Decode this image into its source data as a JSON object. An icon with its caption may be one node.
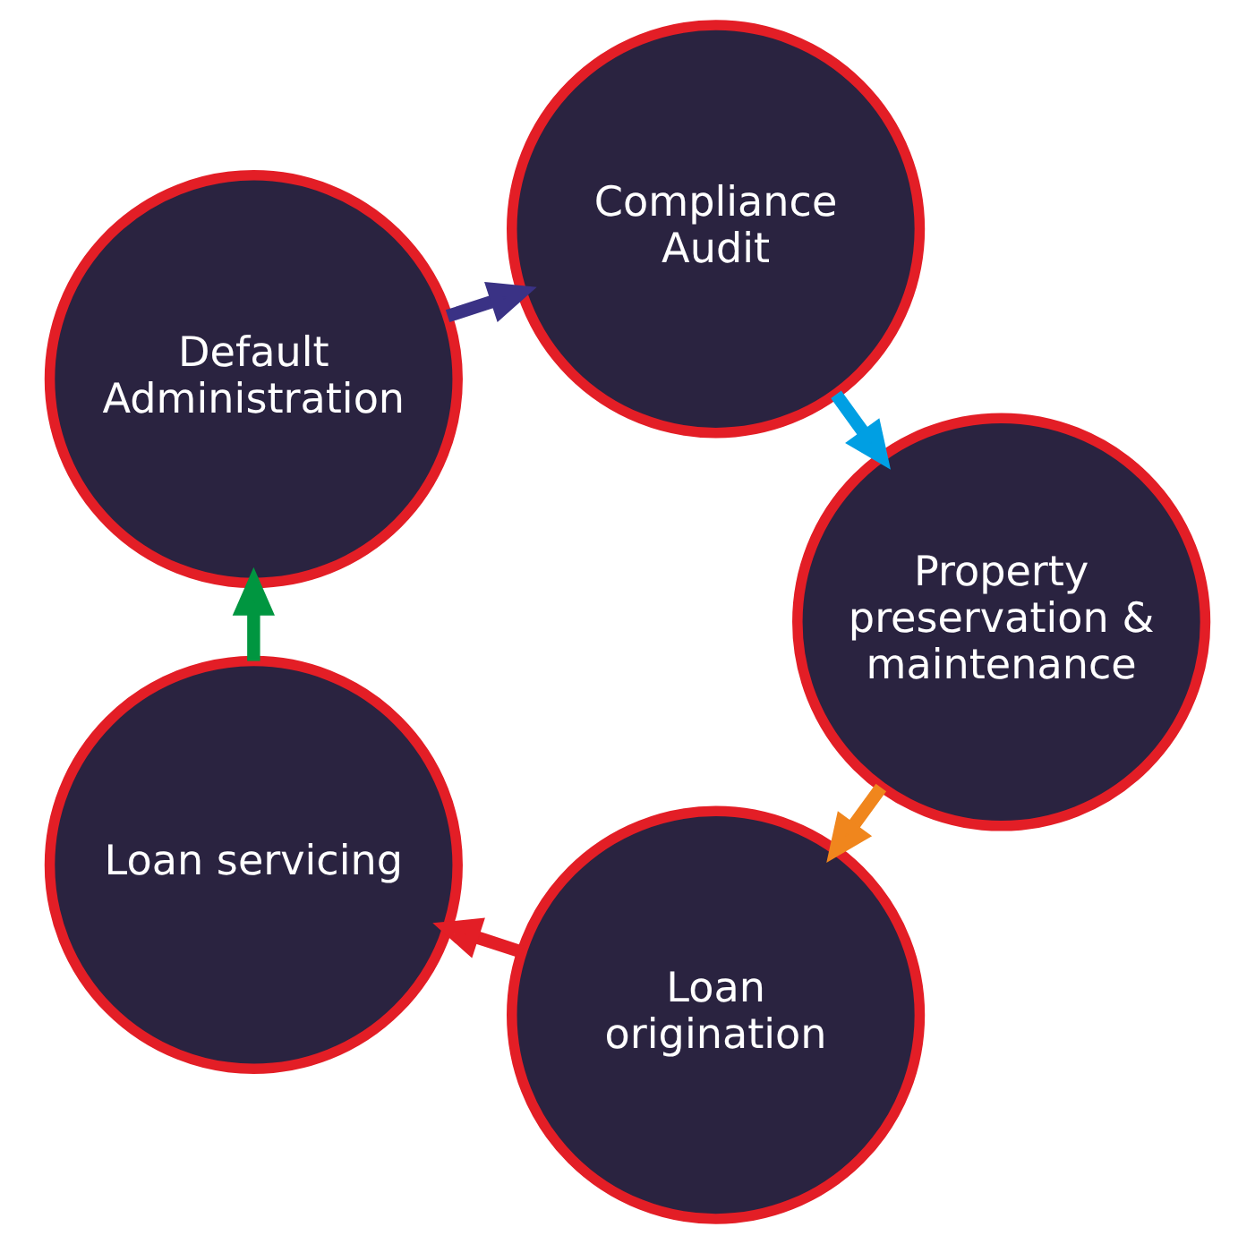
{
  "diagram": {
    "nodes": [
      {
        "text": [
          "Loan origination"
        ]
      },
      {
        "text": [
          "Loan servicing"
        ]
      },
      {
        "text": [
          "Default Administration"
        ]
      },
      {
        "text": [
          "Compliance Audit"
        ]
      },
      {
        "text": [
          "Property preservation & maintenance"
        ]
      }
    ],
    "edges": [
      {
        "from": 0,
        "to": 1,
        "arrow": "to",
        "color": "#e31e26"
      },
      {
        "from": 1,
        "to": 2,
        "arrow": "to",
        "color": "#009640"
      },
      {
        "from": 2,
        "to": 3,
        "arrow": "to",
        "color": "#3a3285"
      },
      {
        "from": 3,
        "to": 4,
        "arrow": "to",
        "color": "#009fe3"
      },
      {
        "from": 4,
        "to": 0,
        "arrow": "to",
        "color": "#f0861d"
      }
    ]
  }
}
